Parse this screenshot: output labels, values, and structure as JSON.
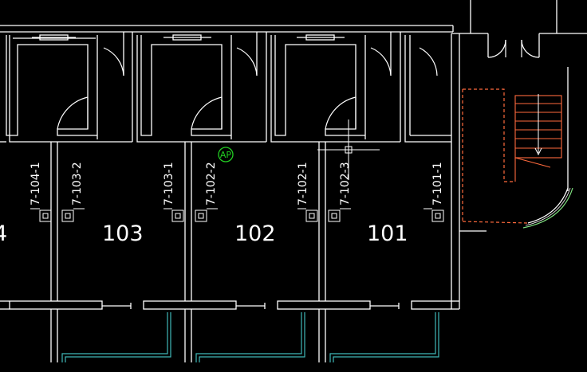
{
  "drawing": {
    "rooms": [
      {
        "number": "103"
      },
      {
        "number": "102"
      },
      {
        "number": "101"
      }
    ],
    "partial_room_number": "4",
    "device_tags": [
      {
        "label": "7-104-1"
      },
      {
        "label": "7-103-2"
      },
      {
        "label": "7-103-1"
      },
      {
        "label": "7-102-2"
      },
      {
        "label": "7-102-1"
      },
      {
        "label": "7-102-3"
      },
      {
        "label": "7-101-1"
      }
    ],
    "ap_marker": "AP"
  },
  "colors": {
    "background": "#000000",
    "walls": "#ffffff",
    "stair": "#ff6a3d",
    "cable": "#3fb8b8",
    "ap_marker": "#22cc22",
    "window_frame": "#7fe07f"
  }
}
